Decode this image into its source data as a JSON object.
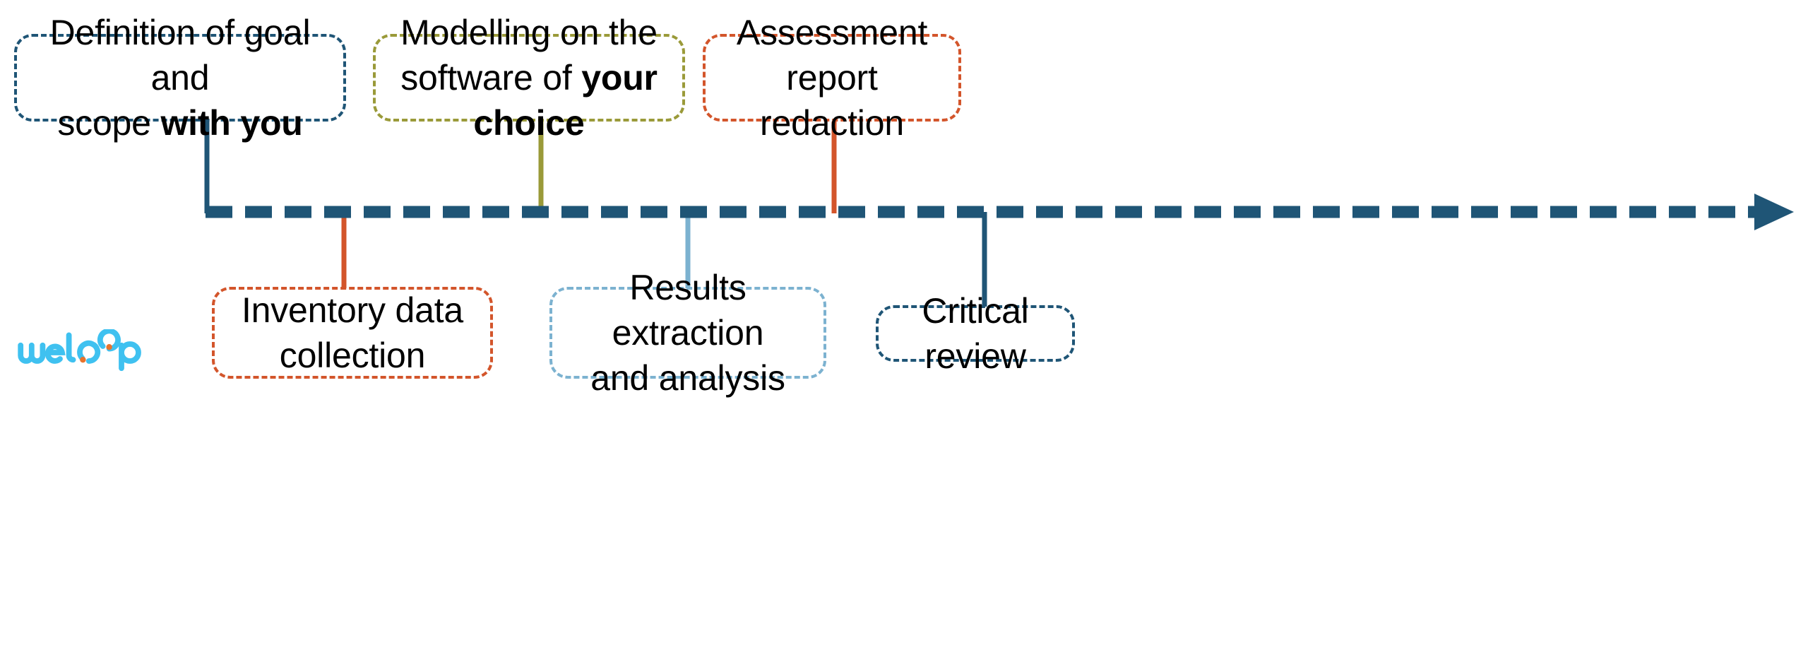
{
  "diagram": {
    "title": "Life cycle assessment process timeline",
    "orientation": "horizontal-timeline",
    "colors": {
      "dark_blue": "#1f5576",
      "olive": "#9a9a39",
      "orange_red": "#d3552b",
      "light_blue": "#7cb2d0",
      "logo_cyan": "#3fc1f0",
      "logo_orange": "#e8732c",
      "background": "#ffffff",
      "text": "#000000"
    },
    "timeline": {
      "name": "main-dashed-arrow",
      "style": "dashed",
      "direction": "left-to-right",
      "color": "#1f5576",
      "has_arrowhead": true
    },
    "steps": [
      {
        "id": "definition",
        "order": 1,
        "position": "above",
        "text_plain": "Definition of goal and scope with you",
        "line1": "Definition of goal and",
        "line2_normal": "scope ",
        "line2_bold": "with you",
        "border_color": "#1f5576",
        "connector_color": "#1f5576"
      },
      {
        "id": "inventory",
        "order": 2,
        "position": "below",
        "text_plain": "Inventory data collection",
        "line1": "Inventory data",
        "line2_normal": "collection",
        "line2_bold": "",
        "border_color": "#d3552b",
        "connector_color": "#d3552b"
      },
      {
        "id": "modelling",
        "order": 3,
        "position": "above",
        "text_plain": "Modelling on the software of your choice",
        "line1": "Modelling on the",
        "line2_normal": "software of ",
        "line2_bold": "your choice",
        "border_color": "#9a9a39",
        "connector_color": "#9a9a39"
      },
      {
        "id": "results",
        "order": 4,
        "position": "below",
        "text_plain": "Results extraction and analysis",
        "line1": "Results extraction",
        "line2_normal": "and analysis",
        "line2_bold": "",
        "border_color": "#7cb2d0",
        "connector_color": "#7cb2d0"
      },
      {
        "id": "assessment",
        "order": 5,
        "position": "above",
        "text_plain": "Assessment report redaction",
        "line1": "Assessment report",
        "line2_normal": "redaction",
        "line2_bold": "",
        "border_color": "#d3552b",
        "connector_color": "#d3552b"
      },
      {
        "id": "critical",
        "order": 6,
        "position": "below",
        "text_plain": "Critical review",
        "line1": "Critical review",
        "line2_normal": "",
        "line2_bold": "",
        "border_color": "#1f5576",
        "connector_color": "#1f5576"
      }
    ],
    "logo": {
      "name": "weloop-logo",
      "text": "weloop",
      "primary_color": "#3fc1f0",
      "accent_color": "#e8732c"
    }
  }
}
